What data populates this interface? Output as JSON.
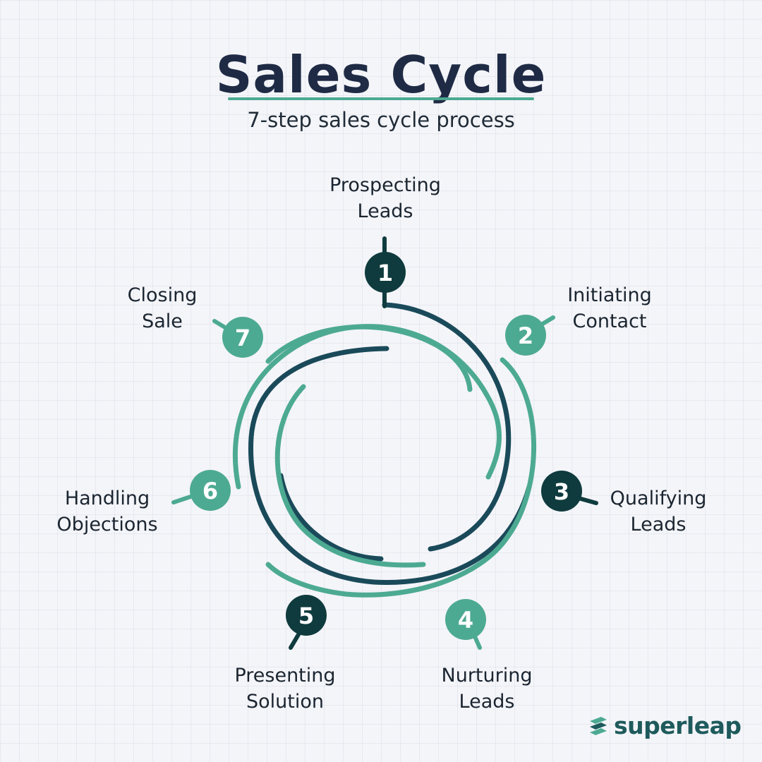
{
  "header": {
    "title": "Sales Cycle",
    "subtitle": "7-step sales cycle process"
  },
  "colors": {
    "dark": "#0f3b3e",
    "navy": "#1a4a5a",
    "teal": "#4daa92",
    "title": "#1f2b45"
  },
  "steps": [
    {
      "number": "1",
      "line1": "Prospecting",
      "line2": "Leads",
      "color": "dark"
    },
    {
      "number": "2",
      "line1": "Initiating",
      "line2": "Contact",
      "color": "teal"
    },
    {
      "number": "3",
      "line1": "Qualifying",
      "line2": "Leads",
      "color": "dark"
    },
    {
      "number": "4",
      "line1": "Nurturing",
      "line2": "Leads",
      "color": "teal"
    },
    {
      "number": "5",
      "line1": "Presenting",
      "line2": "Solution",
      "color": "dark"
    },
    {
      "number": "6",
      "line1": "Handling",
      "line2": "Objections",
      "color": "teal"
    },
    {
      "number": "7",
      "line1": "Closing",
      "line2": "Sale",
      "color": "teal"
    }
  ],
  "brand": {
    "name": "superleap",
    "icon": "superleap-logo-icon"
  }
}
